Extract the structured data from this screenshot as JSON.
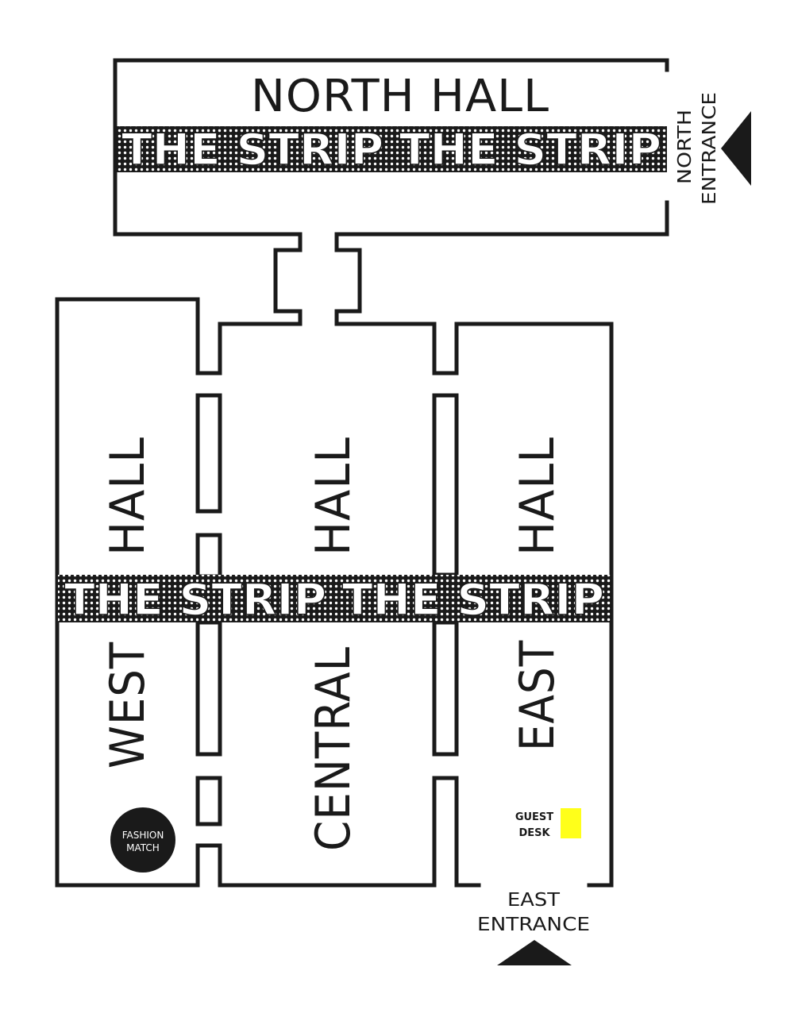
{
  "halls": {
    "north": "NORTH HALL",
    "west_word1": "WEST",
    "west_word2": "HALL",
    "central_word1": "CENTRAL",
    "central_word2": "HALL",
    "east_word1": "EAST",
    "east_word2": "HALL"
  },
  "strips": {
    "north_text": "THE STRIP THE STRIP",
    "main_text": "THE STRIP THE STRIP"
  },
  "entrances": {
    "north_line1": "NORTH",
    "north_line2": "ENTRANCE",
    "east_line1": "EAST",
    "east_line2": "ENTRANCE"
  },
  "points": {
    "guest_desk_line1": "GUEST",
    "guest_desk_line2": "DESK",
    "fashion_match_line1": "FASHION",
    "fashion_match_line2": "MATCH"
  },
  "colors": {
    "wall": "#1a1a1a",
    "strip_background": "#1a1a1a",
    "guest_desk_marker": "#ffff1a"
  },
  "icons": {
    "north_entrance": "triangle-left-icon",
    "east_entrance": "triangle-up-icon"
  }
}
